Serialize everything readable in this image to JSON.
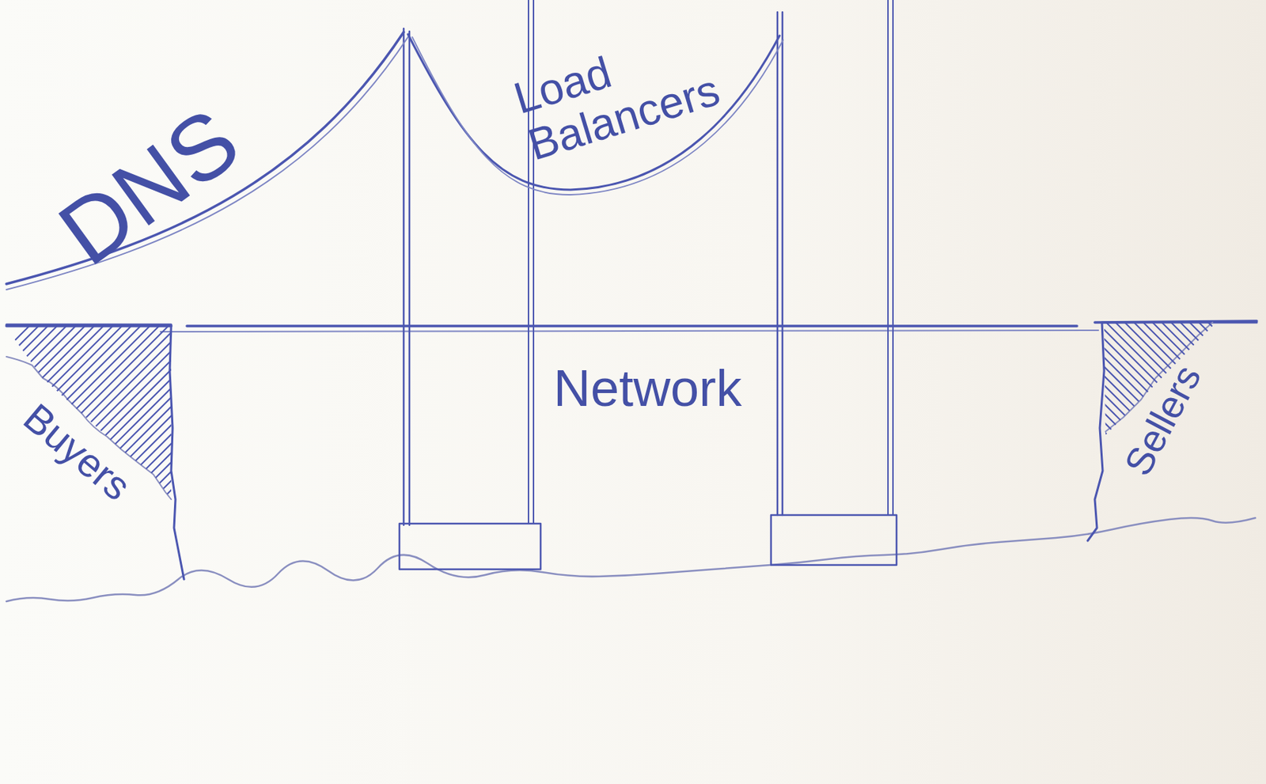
{
  "diagram": {
    "nodes": [
      {
        "text": [
          "Buyers"
        ]
      },
      {
        "text": [
          "Sellers"
        ]
      }
    ],
    "edges": [
      {
        "from": 0,
        "to": 1,
        "arrow": "none",
        "label": "Network"
      }
    ],
    "labels": [
      "DNS",
      "Load Balancers"
    ]
  }
}
